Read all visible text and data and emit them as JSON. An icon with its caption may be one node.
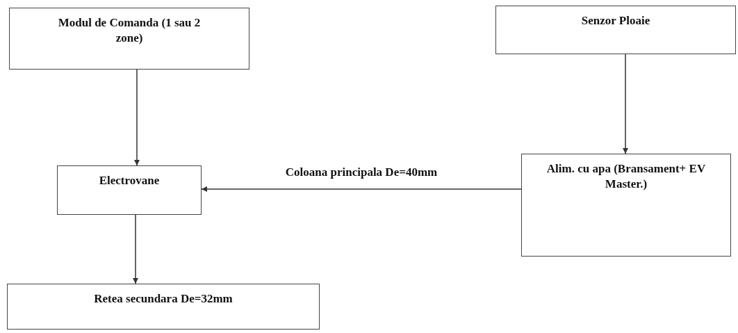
{
  "diagram": {
    "nodes": [
      {
        "text": [
          "Modul de Comanda (1 sau 2 zone)"
        ]
      },
      {
        "text": [
          "Senzor Ploaie"
        ]
      },
      {
        "text": [
          "Electrovane"
        ]
      },
      {
        "text": [
          "Alim. cu apa (Bransament+ EV Master.)"
        ]
      },
      {
        "text": [
          "Retea secundara De=32mm"
        ]
      }
    ],
    "edges": [
      {
        "from": 0,
        "to": 2,
        "arrow": "to"
      },
      {
        "from": 1,
        "to": 3,
        "arrow": "to"
      },
      {
        "from": 3,
        "to": 2,
        "arrow": "to",
        "label": "Coloana principala De=40mm"
      },
      {
        "from": 2,
        "to": 4,
        "arrow": "to"
      }
    ]
  }
}
